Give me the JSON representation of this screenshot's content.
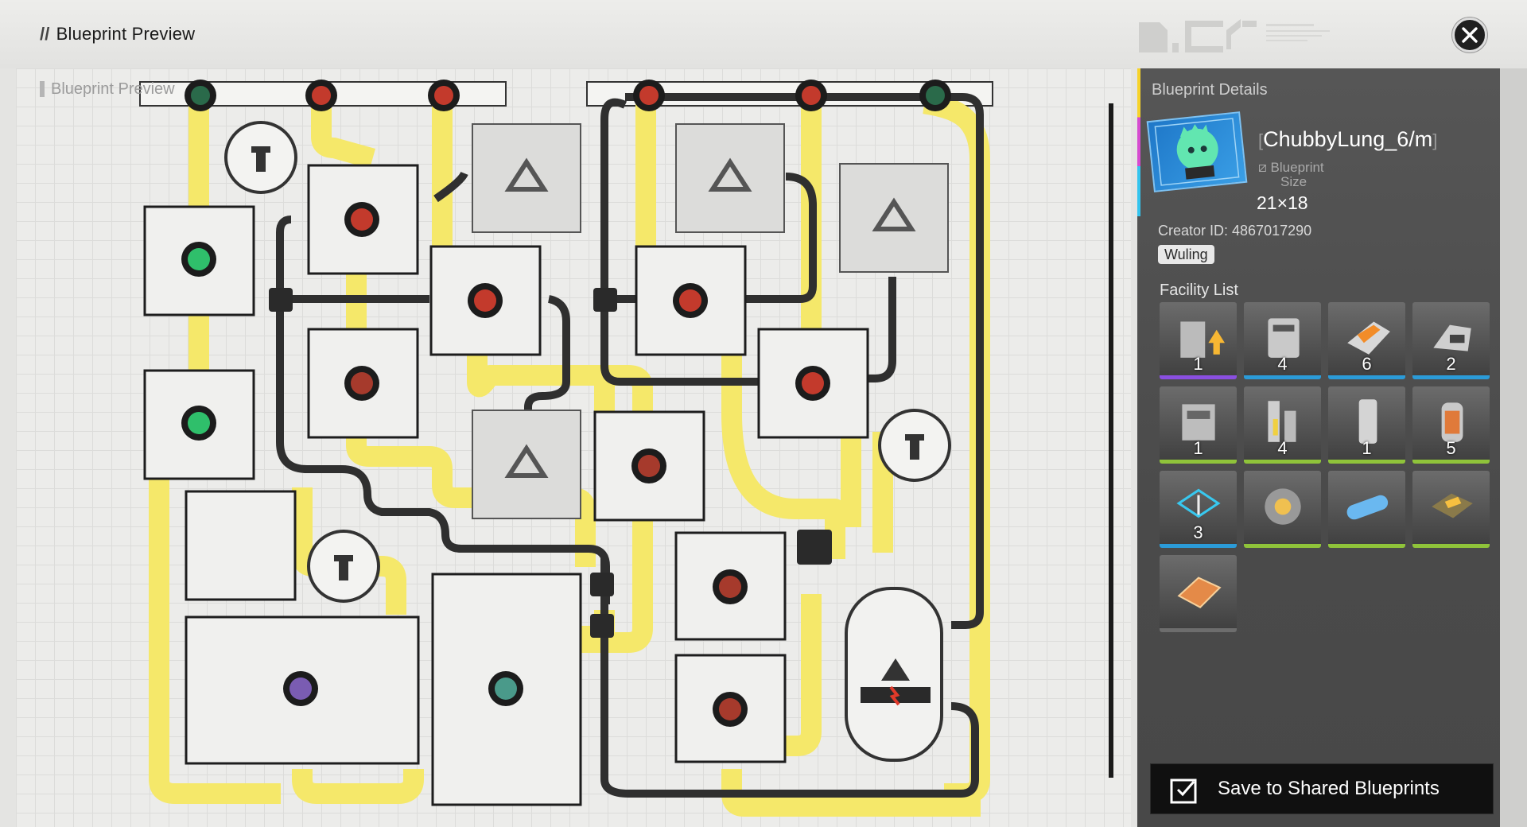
{
  "header": {
    "title": "Blueprint Preview",
    "prefix": "//"
  },
  "map": {
    "section_label": "Blueprint Preview"
  },
  "panel": {
    "header": "Blueprint Details",
    "name": "ChubbyLung_6/m",
    "sub_line1": "Blueprint",
    "sub_line2": "Size",
    "size": "21×18",
    "creator": "Creator ID: 4867017290",
    "region": "Wuling",
    "facility_label": "Facility List",
    "facilities": [
      {
        "count": "1",
        "bar": "#8a4fe0",
        "icon": "tower-icon"
      },
      {
        "count": "4",
        "bar": "#2b9bd8",
        "icon": "machine-icon"
      },
      {
        "count": "6",
        "bar": "#2b9bd8",
        "icon": "crusher-icon"
      },
      {
        "count": "2",
        "bar": "#2b9bd8",
        "icon": "refiner-icon"
      },
      {
        "count": "1",
        "bar": "#8fc33a",
        "icon": "assembler-icon"
      },
      {
        "count": "4",
        "bar": "#8fc33a",
        "icon": "pylon-icon"
      },
      {
        "count": "1",
        "bar": "#8fc33a",
        "icon": "storage-icon"
      },
      {
        "count": "5",
        "bar": "#8fc33a",
        "icon": "heater-icon"
      },
      {
        "count": "3",
        "bar": "#2b9bd8",
        "icon": "splitter-icon"
      },
      {
        "count": "",
        "bar": "#8fc33a",
        "icon": "junction-icon"
      },
      {
        "count": "",
        "bar": "#8fc33a",
        "icon": "pipe-icon"
      },
      {
        "count": "",
        "bar": "#8fc33a",
        "icon": "bridge-icon"
      },
      {
        "count": "",
        "bar": "#6d6d6d",
        "icon": "floor-tile-icon"
      }
    ],
    "save_label": "Save to Shared Blueprints"
  },
  "colors": {
    "belt": "#f5e86a",
    "rail": "#3a3a3a",
    "panel": "#4e4e4e",
    "ore_red": "#c33a2c",
    "ore_green": "#2fbf6b"
  }
}
